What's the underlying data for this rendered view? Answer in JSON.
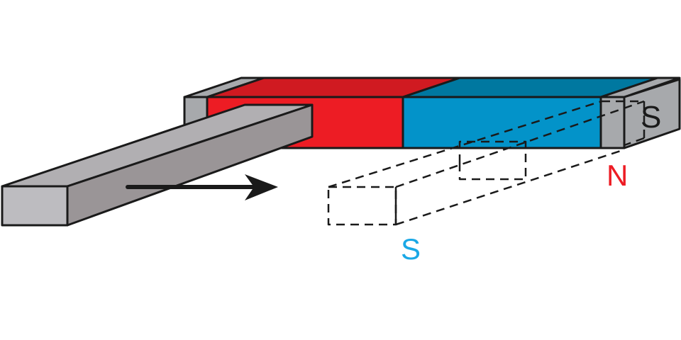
{
  "labels": {
    "magnet_end_pole": "S",
    "induced_north": "N",
    "induced_south": "S"
  },
  "colors": {
    "magnet_north_front": "#ed1c24",
    "magnet_north_top": "#d01a21",
    "magnet_south_front": "#0393c9",
    "magnet_south_top": "#0078a0",
    "magnet_end_gray": "#a7a9ac",
    "bar_front": "#bdbcc0",
    "bar_top": "#b1afb2",
    "bar_side": "#9a9597",
    "label_north": "#ed1c24",
    "label_south": "#1aa8e6",
    "outline": "#1a1a1a"
  }
}
